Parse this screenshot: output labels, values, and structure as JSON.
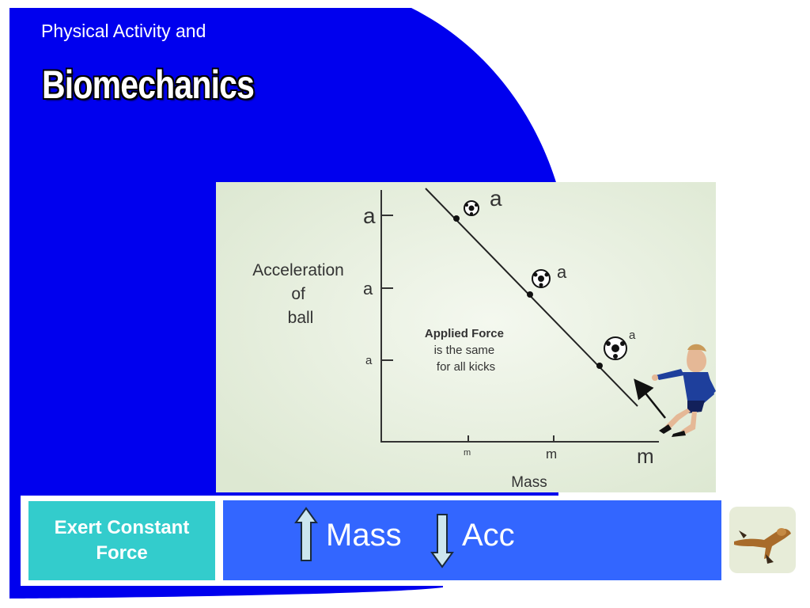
{
  "header": {
    "subtitle": "Physical Activity and",
    "title": "Biomechanics"
  },
  "diagram": {
    "y_axis_label_lines": [
      "Acceleration",
      "of",
      "ball"
    ],
    "x_axis_label": "Mass",
    "y_tick_labels": [
      "a",
      "a",
      "a"
    ],
    "x_tick_labels": [
      "m",
      "m",
      "m"
    ],
    "ball_labels": [
      "a",
      "a",
      "a"
    ],
    "note_bold": "Applied Force",
    "note_lines": [
      "is the same",
      "for all kicks"
    ],
    "icons": [
      "soccer-ball-icon",
      "kicking-player-figure",
      "arrow-icon"
    ]
  },
  "bottom": {
    "constant_lines": [
      "Exert Constant",
      "Force"
    ],
    "mass_label": "Mass",
    "acc_label": "Acc",
    "mass_direction": "up",
    "acc_direction": "down"
  },
  "colors": {
    "background_blue": "#0000ee",
    "panel_bg": "#e9f0e0",
    "teal": "#33cccc",
    "relation_blue": "#3366ff",
    "arrow_fill": "#cce6ee"
  }
}
